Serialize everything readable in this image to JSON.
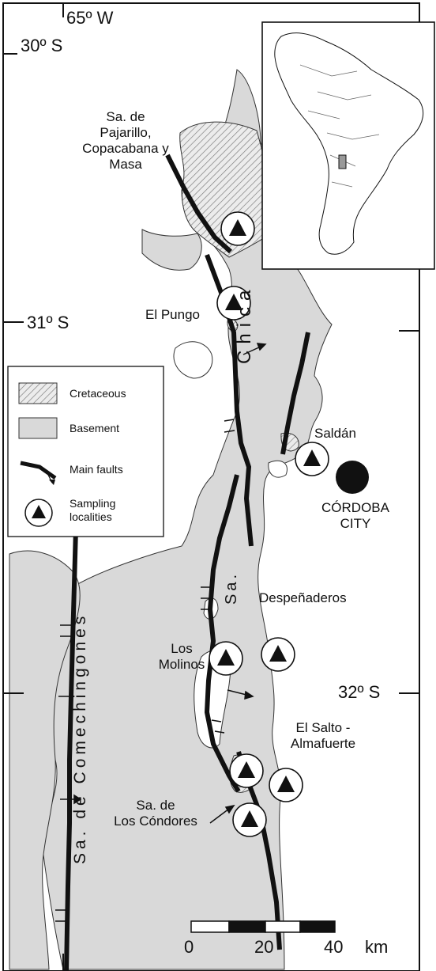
{
  "coordinates": {
    "lon_65": "65º W",
    "lat_30": "30º S",
    "lat_31": "31º S",
    "lat_32": "32º S"
  },
  "places": {
    "pajarillo": [
      "Sa. de",
      "Pajarillo,",
      "Copacabana y",
      "Masa"
    ],
    "el_pungo": "El Pungo",
    "saldan": "Saldán",
    "cordoba": [
      "CÓRDOBA",
      "CITY"
    ],
    "despenaderos": "Despeñaderos",
    "los_molinos": [
      "Los",
      "Molinos"
    ],
    "el_salto": [
      "El Salto -",
      "Almafuerte"
    ],
    "los_condores": [
      "Sa. de",
      "Los Cóndores"
    ]
  },
  "ranges": {
    "chica_name": "Chica",
    "chica_prefix": "Sa.",
    "comechingones": "Sa. de Comechingones"
  },
  "legend": {
    "items": [
      {
        "label": "Cretaceous",
        "symbol": "hatched-fill-icon"
      },
      {
        "label": "Basement",
        "symbol": "gray-fill-icon"
      },
      {
        "label": "Main faults",
        "symbol": "fault-line-icon"
      },
      {
        "label": "Sampling localities",
        "label_lines": [
          "Sampling",
          "localities"
        ],
        "symbol": "triangle-in-circle-icon"
      }
    ]
  },
  "scale": {
    "ticks": [
      "0",
      "20",
      "40"
    ],
    "unit": "km"
  },
  "colors": {
    "basement": "#d9d9d9",
    "cretaceous_hatch": "#7a7a7a",
    "fault": "#111111",
    "city": "#111111"
  }
}
